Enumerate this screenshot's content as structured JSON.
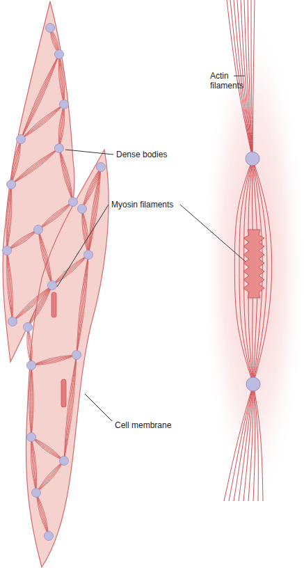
{
  "diagram": {
    "labels": [
      "Actin filaments",
      "Dense bodies",
      "Myosin filaments",
      "Cell membrane"
    ]
  }
}
